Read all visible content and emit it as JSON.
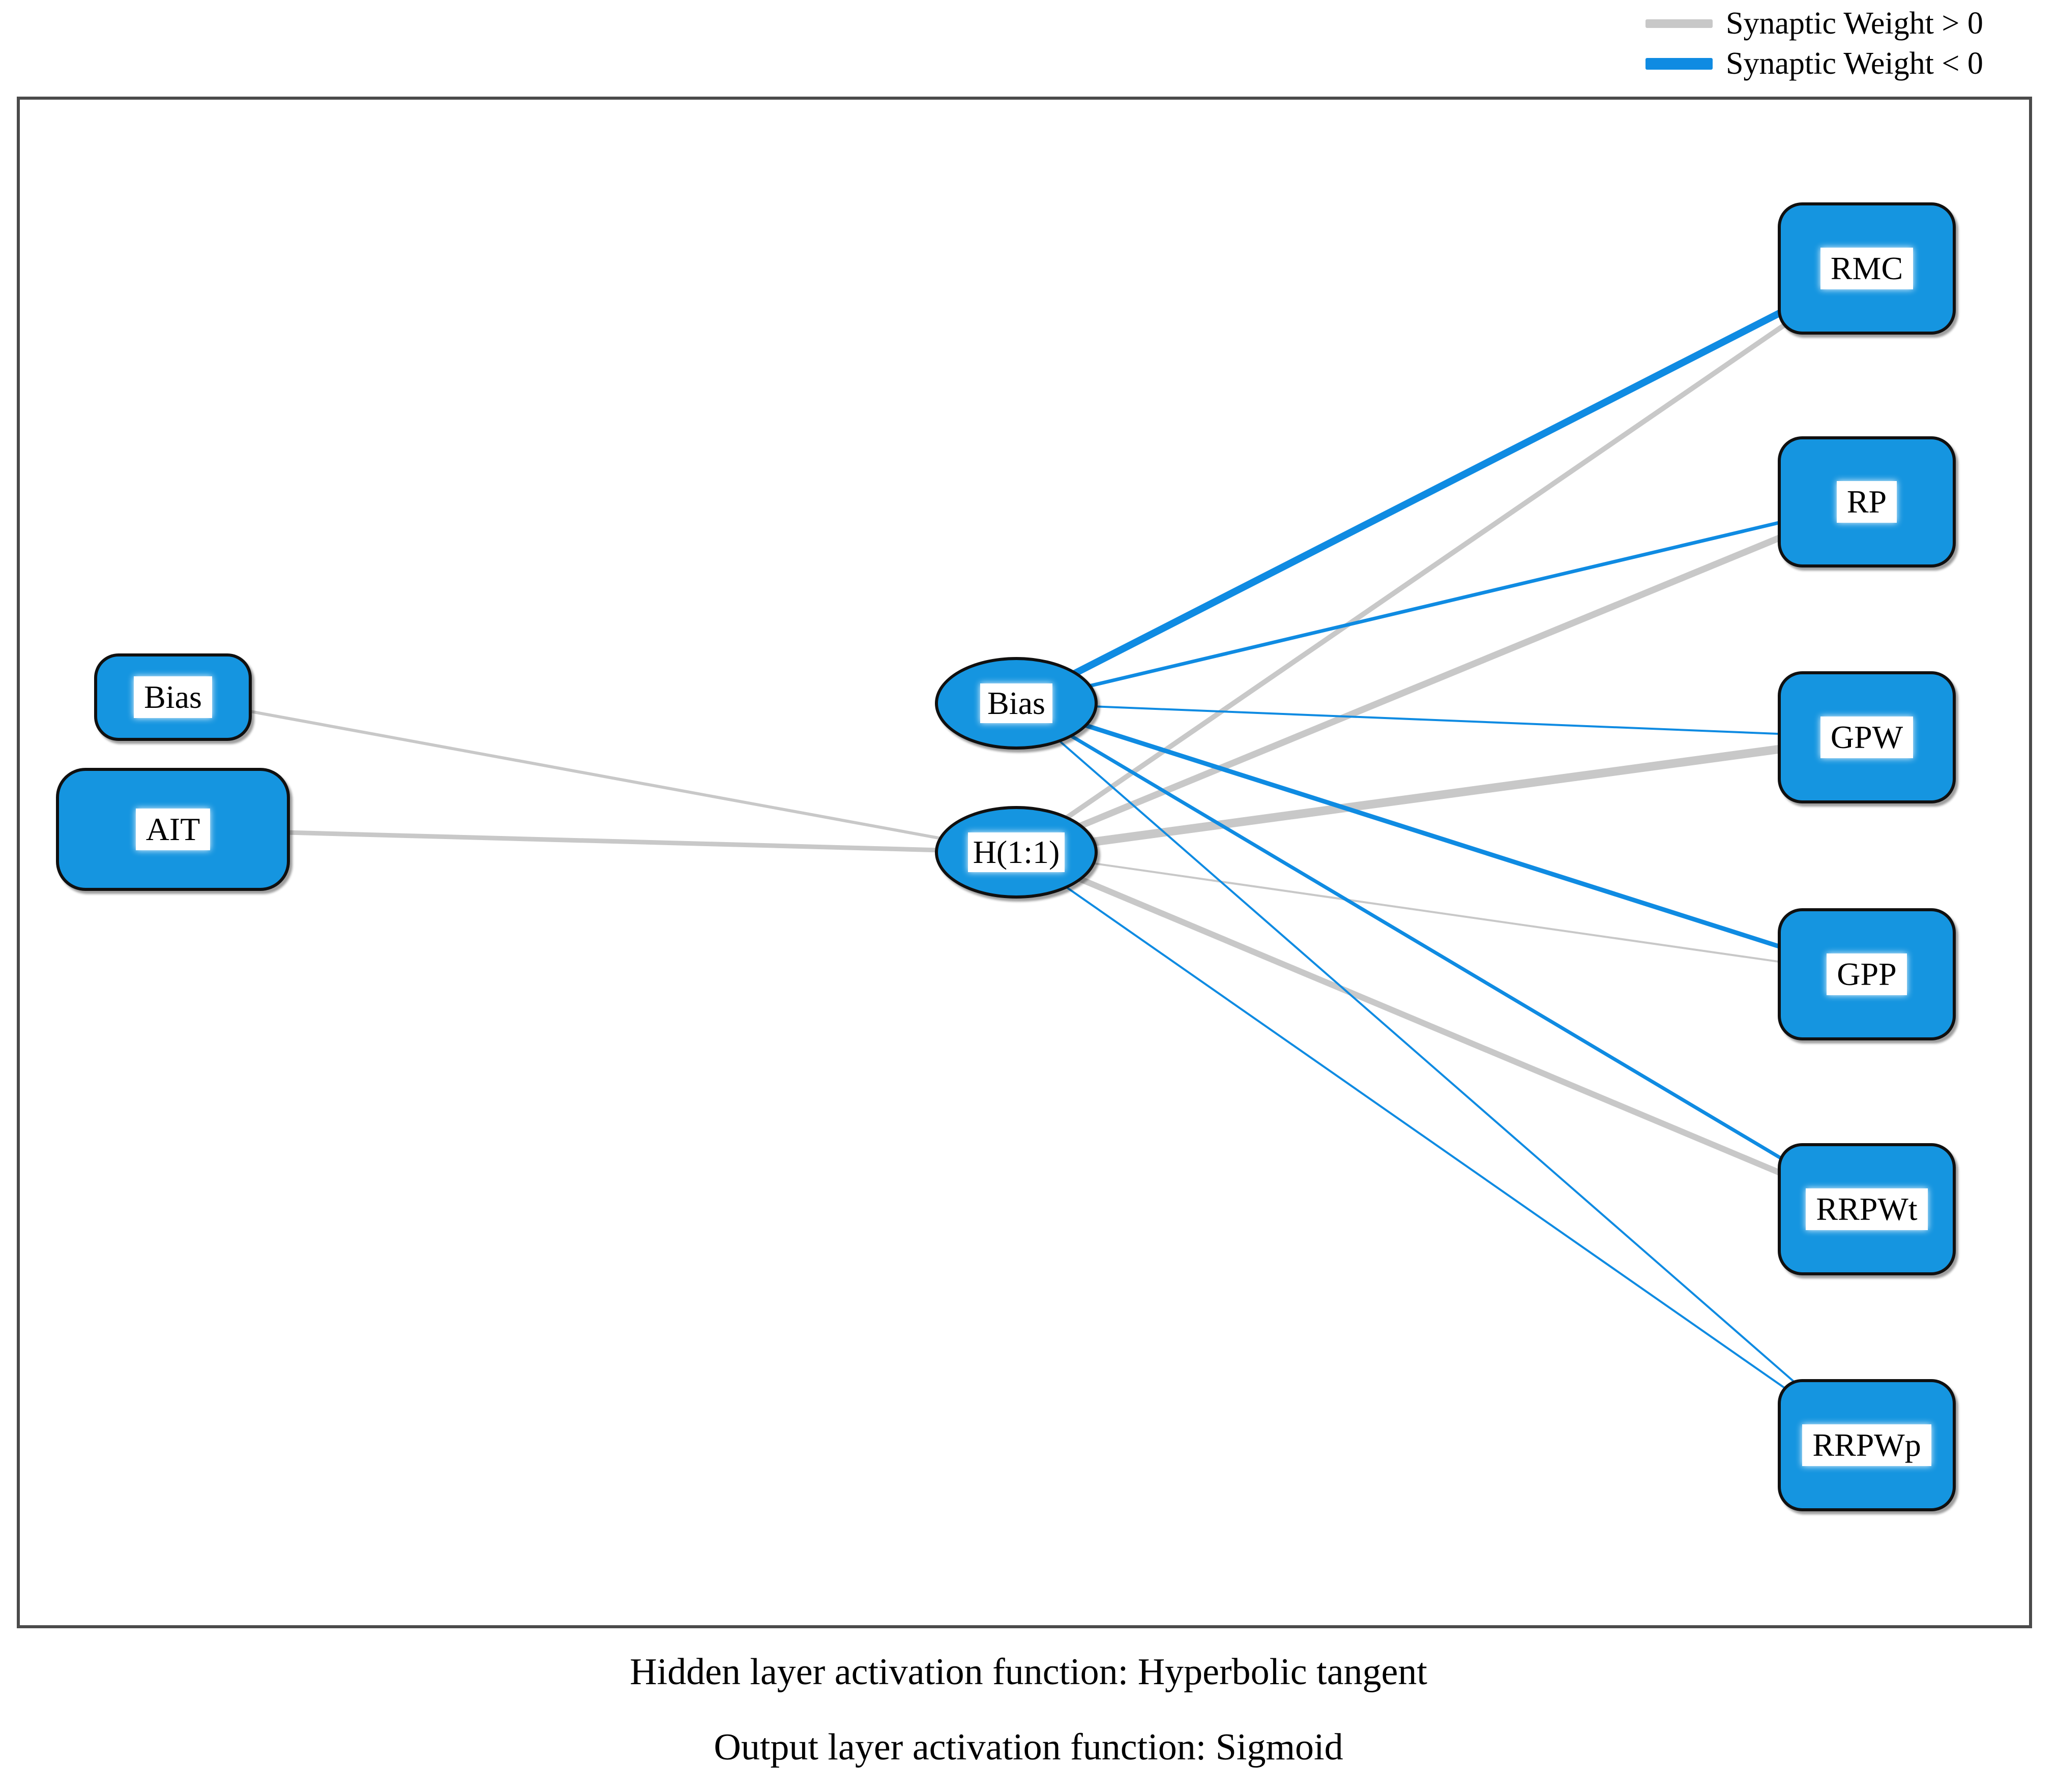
{
  "legend": {
    "items": [
      {
        "label": "Synaptic Weight > 0",
        "sign": "positive"
      },
      {
        "label": "Synaptic Weight < 0",
        "sign": "negative"
      }
    ]
  },
  "colors": {
    "positive_line": "#C8C8C8",
    "negative_line": "#0F8BE2",
    "node_fill": "#1595E0",
    "node_border": "#101010",
    "frame_border": "#4B4B4B"
  },
  "network": {
    "input_layer": {
      "nodes": [
        {
          "id": "bias_input",
          "label": "Bias"
        },
        {
          "id": "ait",
          "label": "AIT"
        }
      ]
    },
    "hidden_layer": {
      "nodes": [
        {
          "id": "bias_hidden",
          "label": "Bias"
        },
        {
          "id": "h11",
          "label": "H(1:1)"
        }
      ]
    },
    "output_layer": {
      "nodes": [
        {
          "id": "rmc",
          "label": "RMC"
        },
        {
          "id": "rp",
          "label": "RP"
        },
        {
          "id": "gpw",
          "label": "GPW"
        },
        {
          "id": "gpp",
          "label": "GPP"
        },
        {
          "id": "rrpwt",
          "label": "RRPWt"
        },
        {
          "id": "rrpwp",
          "label": "RRPWp"
        }
      ]
    },
    "edges": [
      {
        "from": "bias_input",
        "to": "h11",
        "sign": "positive",
        "width": 6
      },
      {
        "from": "ait",
        "to": "h11",
        "sign": "positive",
        "width": 9
      },
      {
        "from": "h11",
        "to": "rmc",
        "sign": "positive",
        "width": 10
      },
      {
        "from": "h11",
        "to": "rp",
        "sign": "positive",
        "width": 13
      },
      {
        "from": "h11",
        "to": "gpw",
        "sign": "positive",
        "width": 17
      },
      {
        "from": "h11",
        "to": "gpp",
        "sign": "positive",
        "width": 4
      },
      {
        "from": "h11",
        "to": "rrpwt",
        "sign": "positive",
        "width": 12
      },
      {
        "from": "h11",
        "to": "rrpwp",
        "sign": "negative",
        "width": 4
      },
      {
        "from": "bias_hidden",
        "to": "rmc",
        "sign": "negative",
        "width": 14
      },
      {
        "from": "bias_hidden",
        "to": "rp",
        "sign": "negative",
        "width": 7
      },
      {
        "from": "bias_hidden",
        "to": "gpw",
        "sign": "negative",
        "width": 4
      },
      {
        "from": "bias_hidden",
        "to": "gpp",
        "sign": "negative",
        "width": 9
      },
      {
        "from": "bias_hidden",
        "to": "rrpwt",
        "sign": "negative",
        "width": 7
      },
      {
        "from": "bias_hidden",
        "to": "rrpwp",
        "sign": "negative",
        "width": 4
      }
    ]
  },
  "captions": {
    "hidden_layer": "Hidden layer activation function: Hyperbolic tangent",
    "output_layer": "Output layer activation function: Sigmoid"
  }
}
